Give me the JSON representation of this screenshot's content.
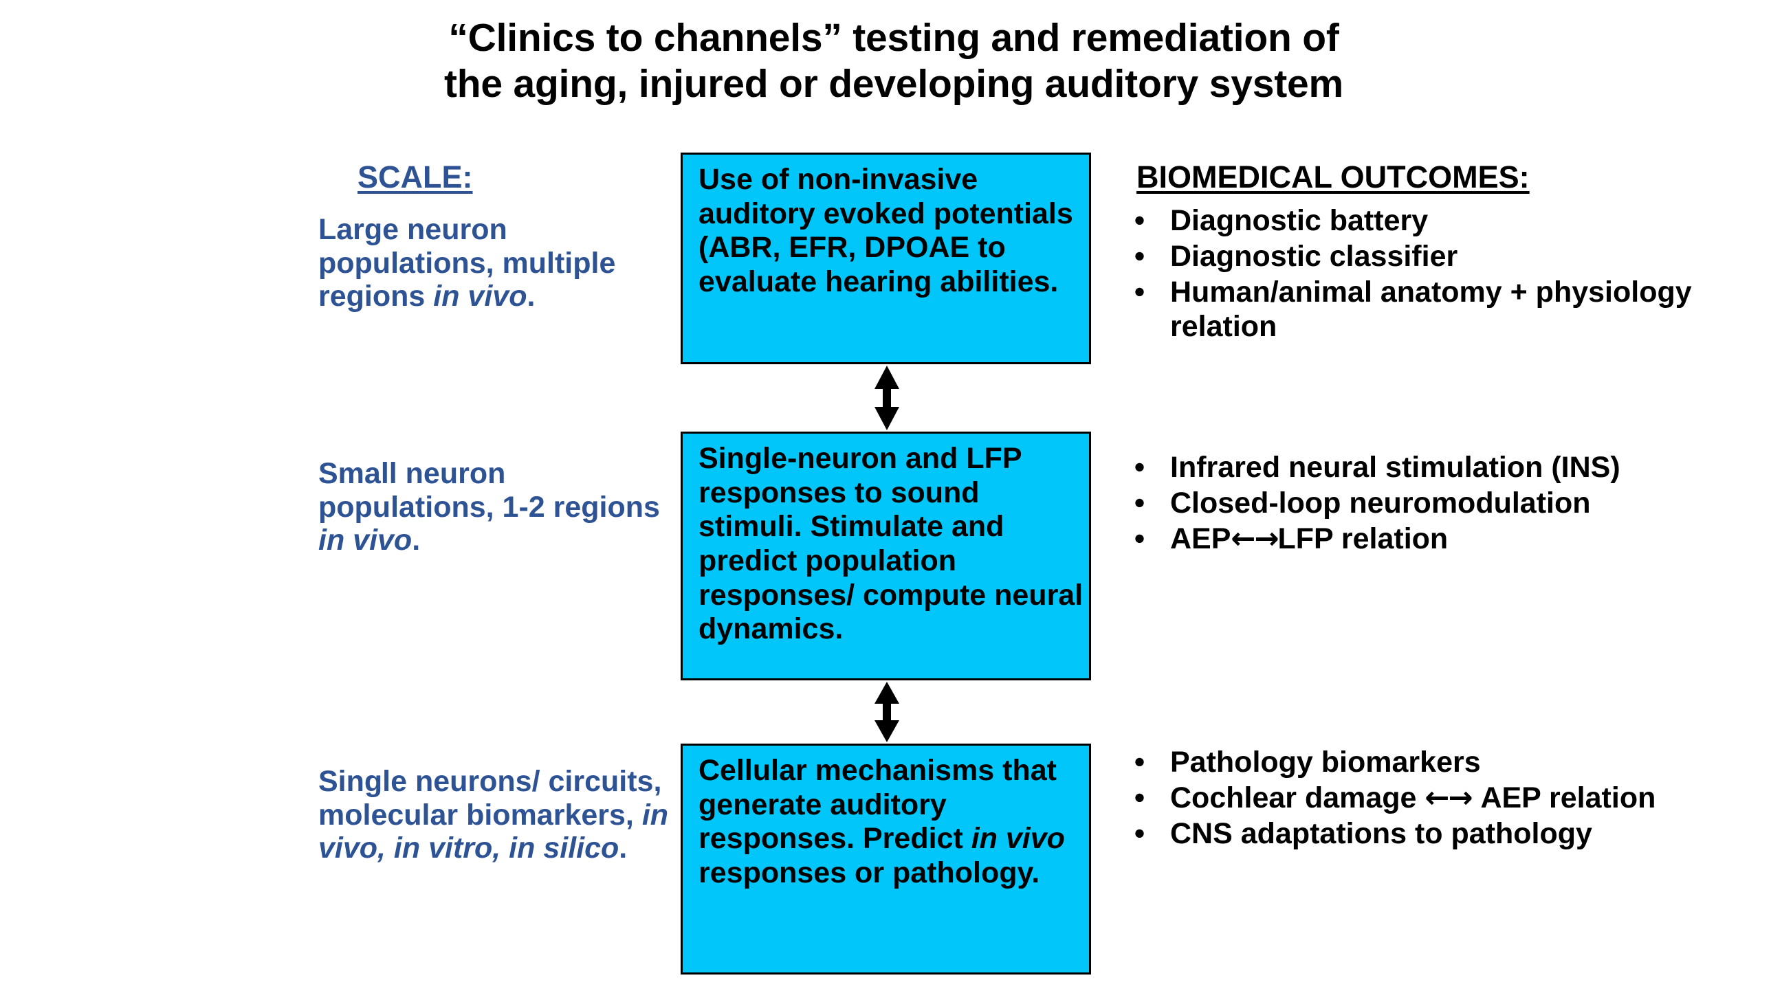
{
  "slide": {
    "title": "“Clinics to channels” testing and remediation of\nthe aging, injured  or developing auditory system",
    "background_color": "#FFFFFF",
    "box_fill_color": "#00C6FA",
    "box_border_color": "#000000",
    "scale_text_color": "#2E5395",
    "outcome_text_color": "#000000"
  },
  "scale_column": {
    "header": "SCALE:",
    "levels": [
      {
        "id": "large",
        "text_plain": "Large neuron populations, multiple regions in vivo.",
        "text_html": "Large neuron populations, multiple regions <i>in vivo</i>."
      },
      {
        "id": "small",
        "text_plain": "Small neuron populations, 1-2 regions in vivo.",
        "text_html": "Small neuron populations, 1-2 regions <i>in vivo</i>."
      },
      {
        "id": "single",
        "text_plain": "Single neurons/ circuits, molecular biomarkers, in vivo, in vitro, in silico.",
        "text_html": "Single neurons/ circuits, molecular biomarkers, <i>in vivo, in vitro, in silico</i>."
      }
    ]
  },
  "process_boxes": [
    {
      "id": "box-1",
      "text_plain": "Use of non-invasive auditory evoked potentials (ABR, EFR, DPOAE to evaluate hearing abilities.",
      "text_html": "Use of non-invasive auditory evoked potentials (ABR, EFR, DPOAE to evaluate hearing abilities."
    },
    {
      "id": "box-2",
      "text_plain": "Single-neuron and LFP responses to sound stimuli. Stimulate and predict population responses/ compute neural dynamics.",
      "text_html": "Single-neuron and LFP responses to sound stimuli. Stimulate and predict population responses/ compute neural dynamics."
    },
    {
      "id": "box-3",
      "text_plain": "Cellular mechanisms that generate auditory responses. Predict in vivo responses or pathology.",
      "text_html": "Cellular mechanisms that generate auditory responses. Predict <i>in vivo</i> responses or pathology."
    }
  ],
  "connectors": [
    {
      "id": "arrow-1",
      "icon": "double-headed-vertical-arrow-icon",
      "between": "box-1 and box-2"
    },
    {
      "id": "arrow-2",
      "icon": "double-headed-vertical-arrow-icon",
      "between": "box-2 and box-3"
    }
  ],
  "outcomes_column": {
    "header": "BIOMEDICAL OUTCOMES:",
    "bullet_glyph": "•",
    "groups": [
      {
        "id": "outcomes-1",
        "items": [
          "Diagnostic battery",
          "Diagnostic classifier",
          "Human/animal anatomy + physiology relation"
        ]
      },
      {
        "id": "outcomes-2",
        "items": [
          "Infrared neural stimulation (INS)",
          "Closed-loop neuromodulation",
          "AEP←→LFP relation"
        ]
      },
      {
        "id": "outcomes-3",
        "items": [
          "Pathology biomarkers",
          "Cochlear damage ←→ AEP relation",
          "CNS adaptations to pathology"
        ]
      }
    ]
  }
}
